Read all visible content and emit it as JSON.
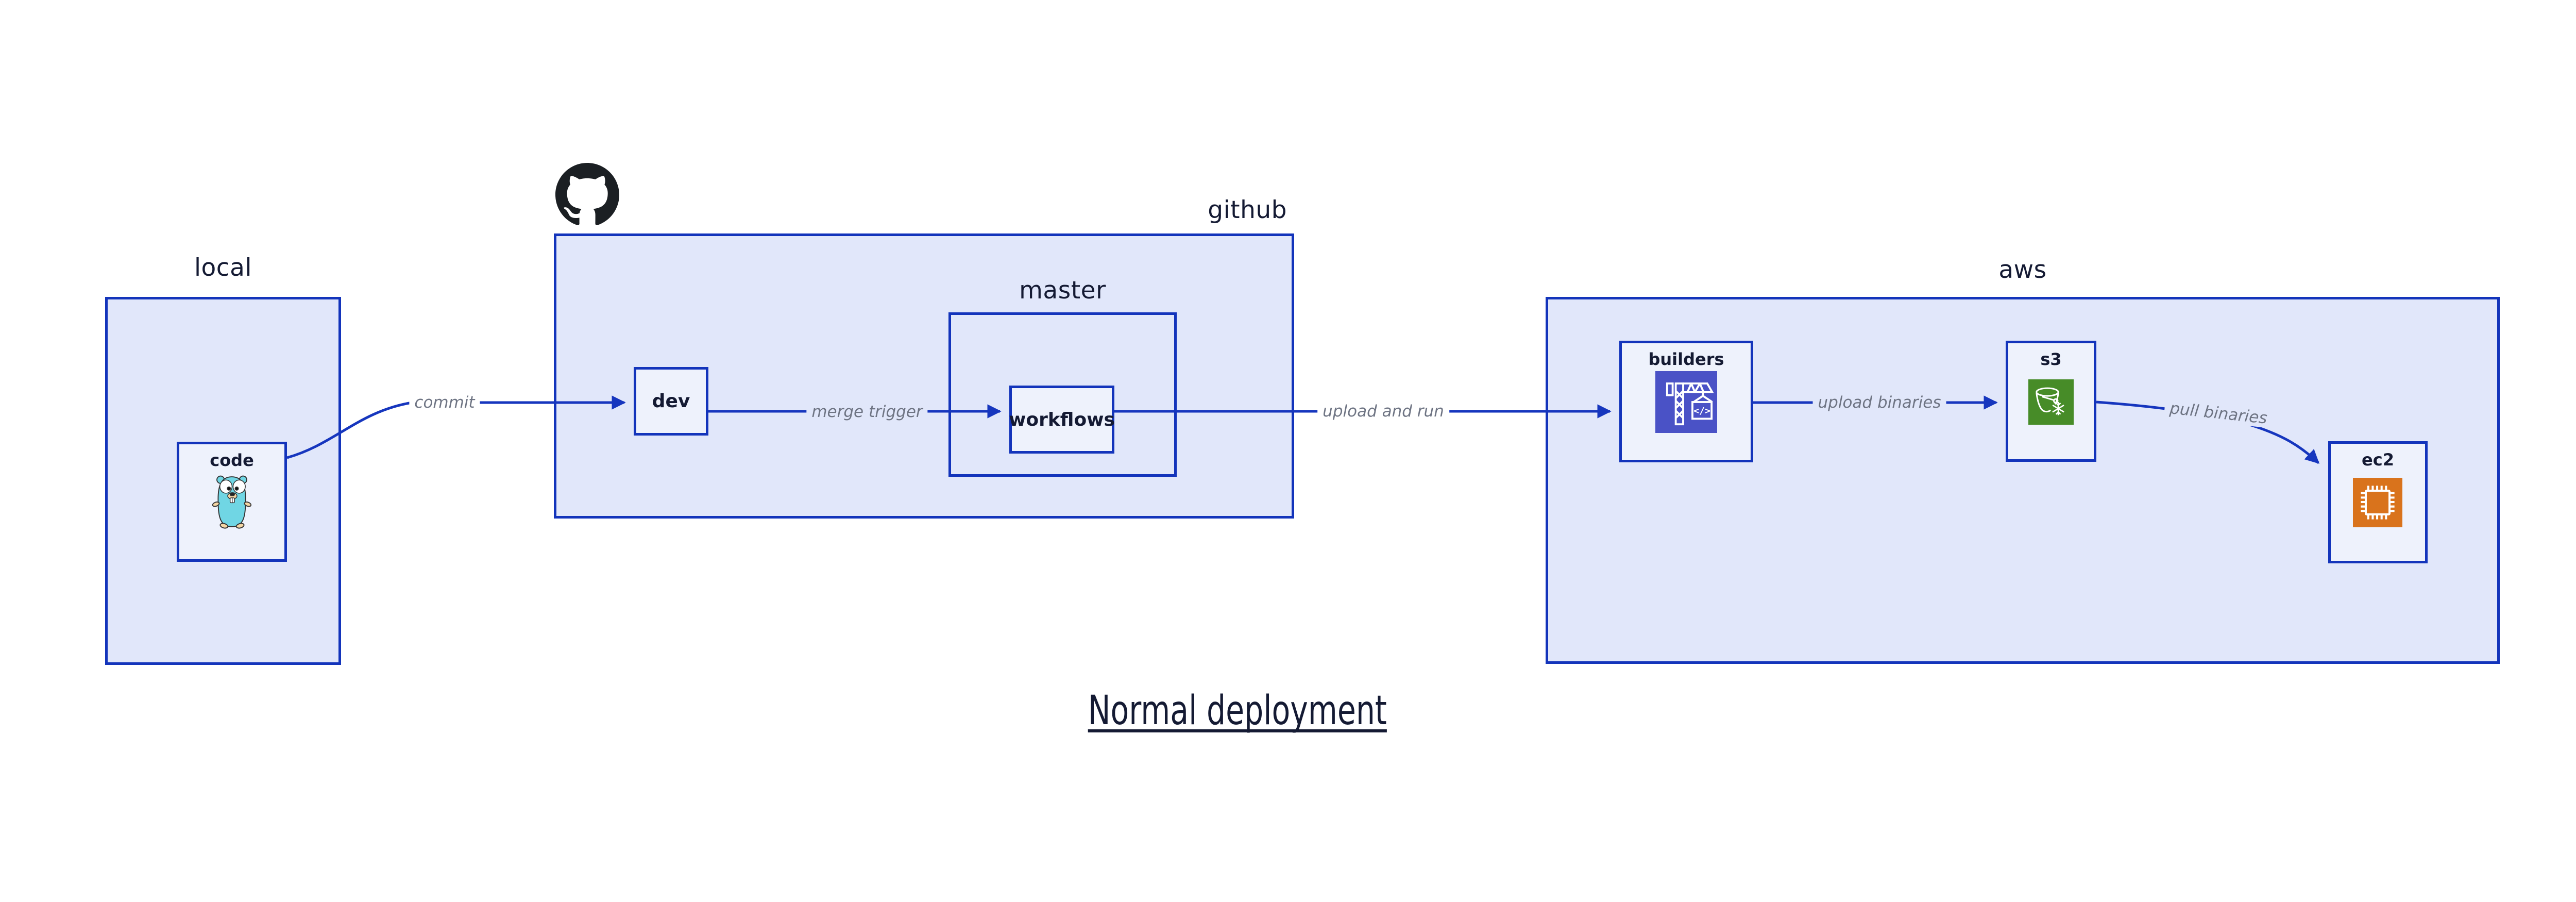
{
  "title": {
    "text": "Normal deployment"
  },
  "diagram": {
    "groups": [
      {
        "id": "local",
        "label": "local"
      },
      {
        "id": "github",
        "label": "github"
      },
      {
        "id": "master",
        "label": "master",
        "parent": "github"
      },
      {
        "id": "aws",
        "label": "aws"
      }
    ],
    "nodes": [
      {
        "id": "code",
        "label": "code",
        "group": "local",
        "icon": "go-gopher-icon"
      },
      {
        "id": "dev",
        "label": "dev",
        "group": "github"
      },
      {
        "id": "workflows",
        "label": "workflows",
        "group": "master"
      },
      {
        "id": "builders",
        "label": "builders",
        "group": "aws",
        "icon": "codebuild-crane-icon"
      },
      {
        "id": "s3",
        "label": "s3",
        "group": "aws",
        "icon": "s3-glacier-bucket-icon"
      },
      {
        "id": "ec2",
        "label": "ec2",
        "group": "aws",
        "icon": "ec2-chip-icon"
      }
    ],
    "edges": [
      {
        "from": "code",
        "to": "dev",
        "label": "commit"
      },
      {
        "from": "dev",
        "to": "workflows",
        "label": "merge trigger"
      },
      {
        "from": "workflows",
        "to": "builders",
        "label": "upload and run"
      },
      {
        "from": "builders",
        "to": "s3",
        "label": "upload binaries"
      },
      {
        "from": "s3",
        "to": "ec2",
        "label": "pull binaries"
      }
    ]
  },
  "icons": {
    "octocat": "github-octocat-icon",
    "code": "go-gopher-icon",
    "builders": "codebuild-crane-icon",
    "s3": "s3-glacier-bucket-icon",
    "ec2": "ec2-chip-icon"
  },
  "colors": {
    "canvas_white": "#ffffff",
    "border_blue": "#1334bb",
    "edge_blue": "#1636be",
    "group_fill": "#e1e7fa",
    "node_fill": "#eef2fc",
    "text_dark": "#141a33",
    "edge_label_gray": "#6e7483",
    "octocat_black": "#1b1f23",
    "gopher_teal": "#70d6e4",
    "gopher_tan": "#f4d6a4",
    "codebuild_indigo": "#4a52c6",
    "s3_green": "#478c28",
    "ec2_orange": "#d9731c"
  }
}
